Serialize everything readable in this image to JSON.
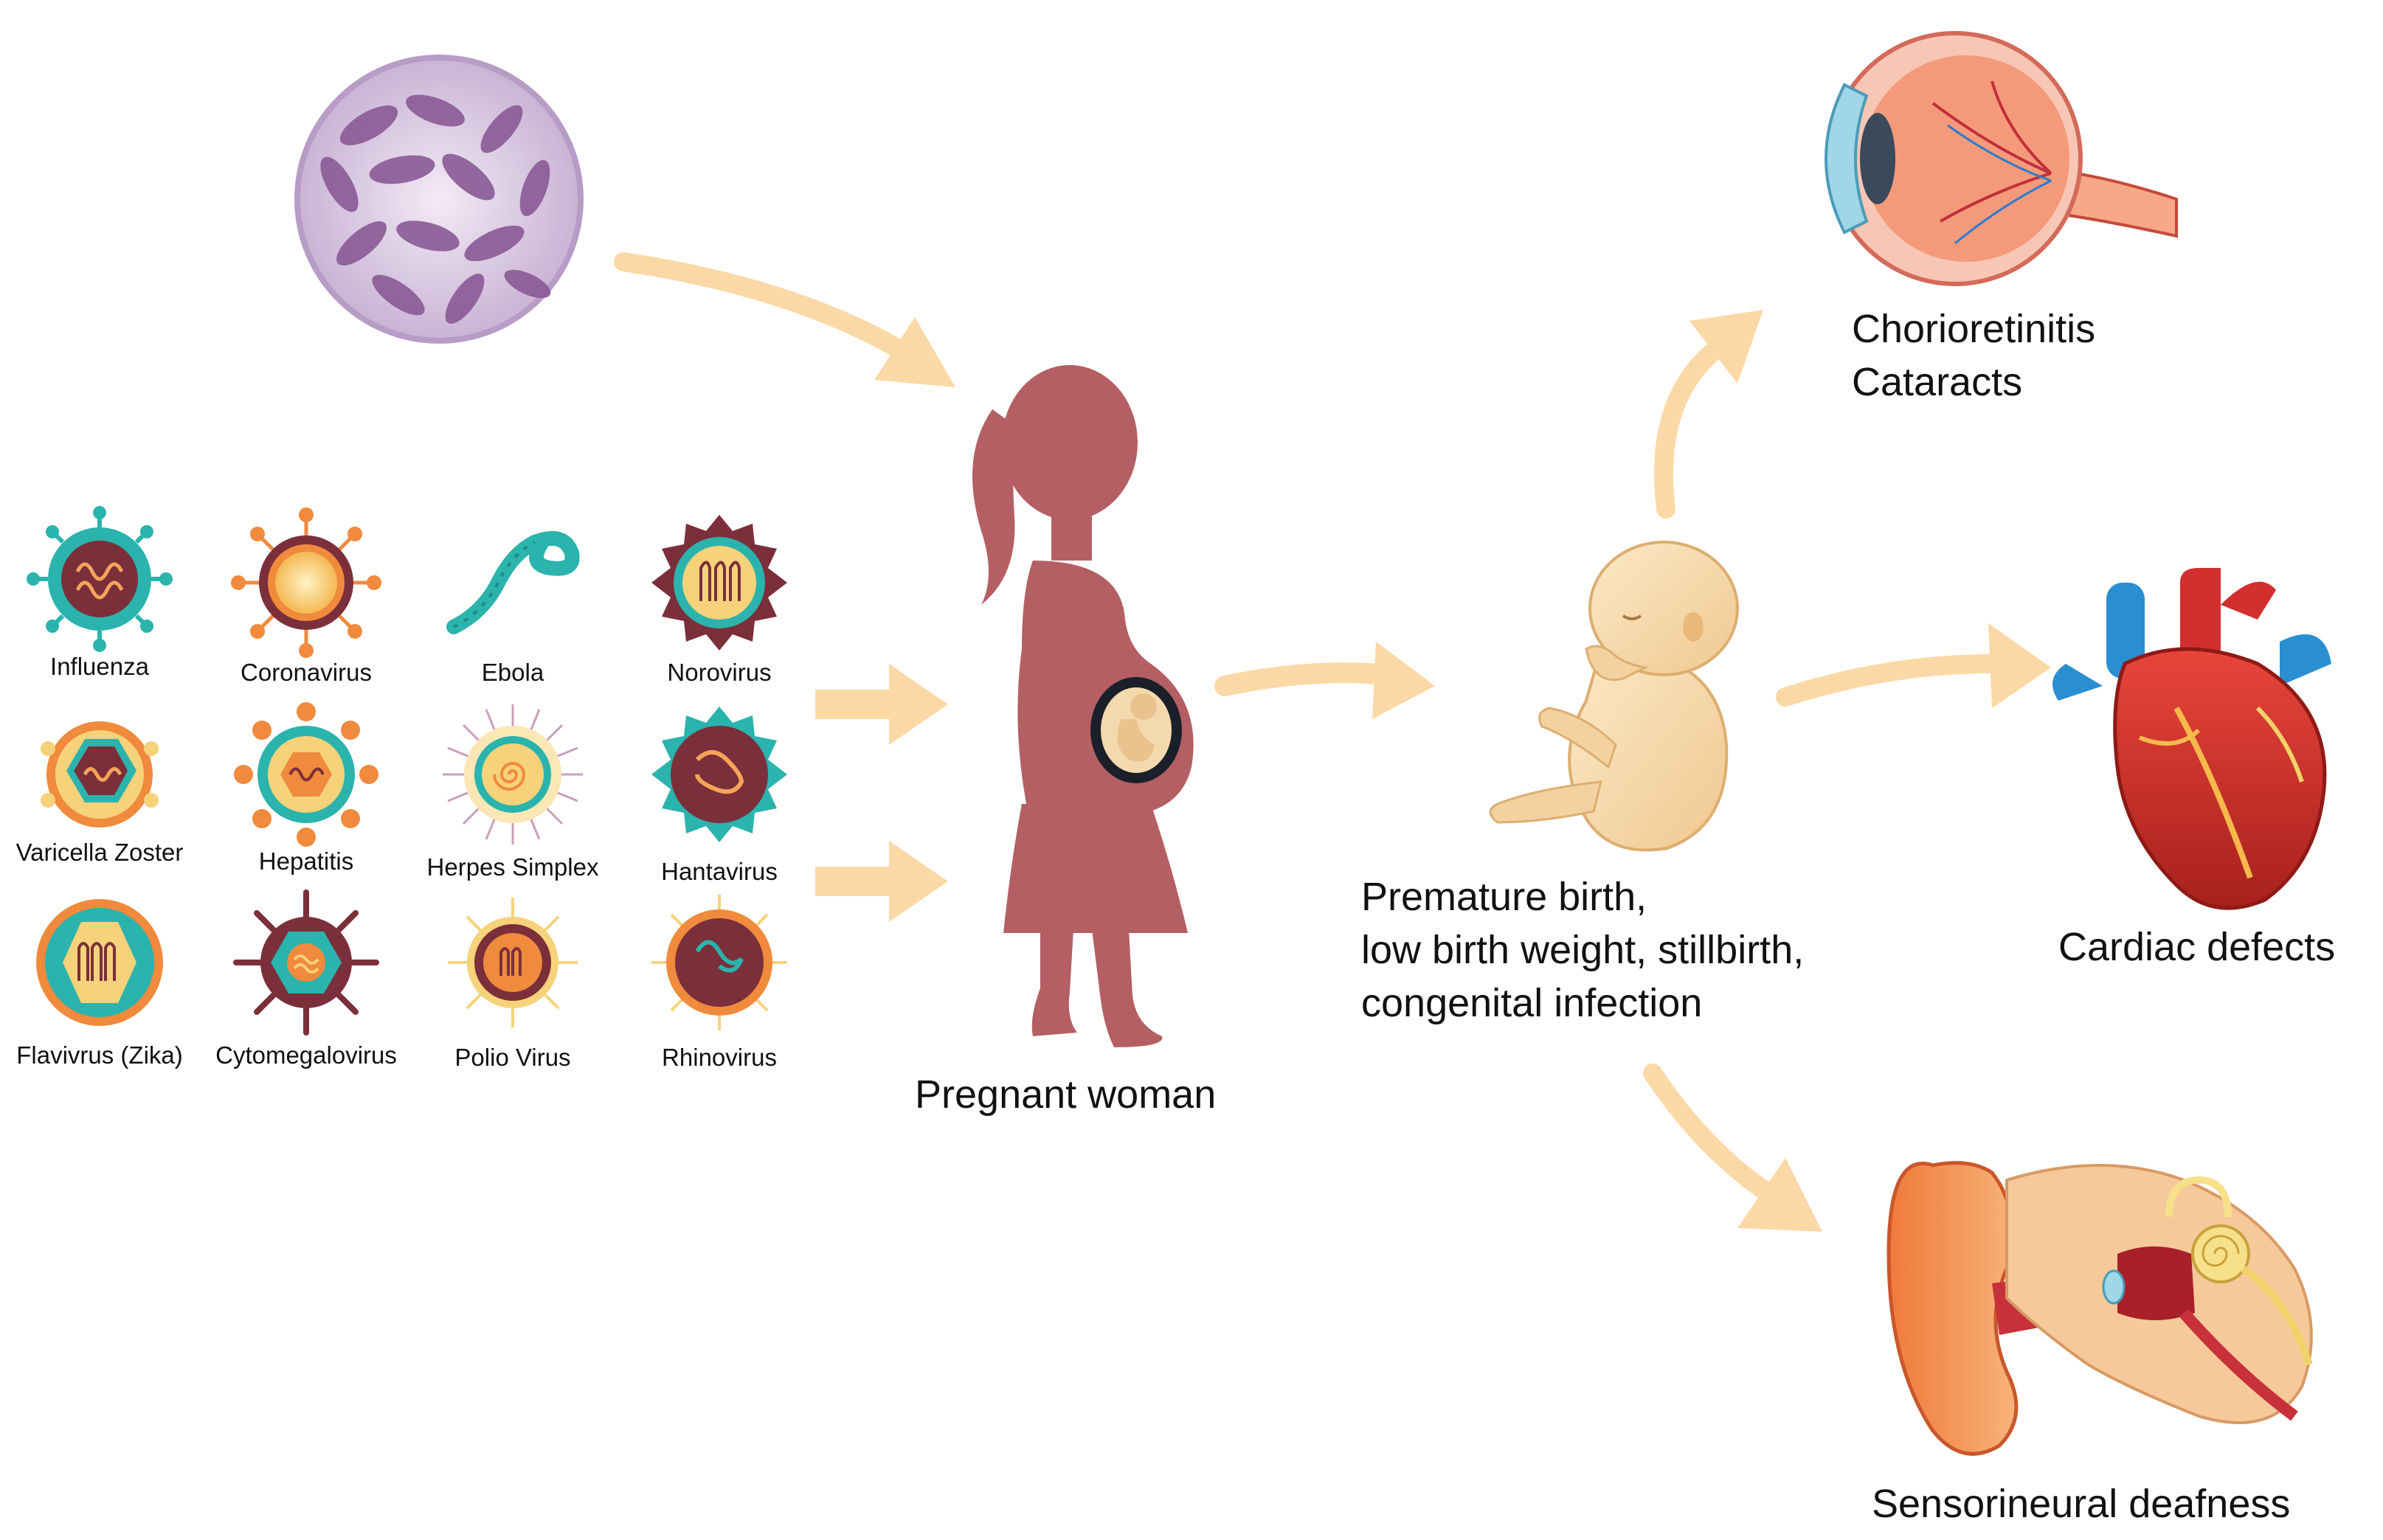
{
  "colors": {
    "arrow": "#fbd9a6",
    "silhouette": "#b45f63",
    "teal": "#2bb3ad",
    "orange": "#f08a3c",
    "maroon": "#7b2f3a",
    "yellow": "#f6d27a",
    "bacteria_bg": "#e7d8ee",
    "bacteria": "#8a5a96"
  },
  "viruses": [
    {
      "label": "Influenza",
      "icon": "influenza-virus-icon"
    },
    {
      "label": "Coronavirus",
      "icon": "coronavirus-icon"
    },
    {
      "label": "Ebola",
      "icon": "ebola-virus-icon"
    },
    {
      "label": "Norovirus",
      "icon": "norovirus-icon"
    },
    {
      "label": "Varicella Zoster",
      "icon": "varicella-zoster-virus-icon"
    },
    {
      "label": "Hepatitis",
      "icon": "hepatitis-virus-icon"
    },
    {
      "label": "Herpes Simplex",
      "icon": "herpes-simplex-virus-icon"
    },
    {
      "label": "Hantavirus",
      "icon": "hantavirus-icon"
    },
    {
      "label": "Flavivrus (Zika)",
      "icon": "flavivirus-zika-icon"
    },
    {
      "label": "Cytomegalovirus",
      "icon": "cytomegalovirus-icon"
    },
    {
      "label": "Polio Virus",
      "icon": "polio-virus-icon"
    },
    {
      "label": "Rhinovirus",
      "icon": "rhinovirus-icon"
    }
  ],
  "pregnant_woman": {
    "label": "Pregnant woman",
    "icon": "pregnant-woman-silhouette-icon"
  },
  "fetus": {
    "lines": [
      "Premature birth,",
      "low birth weight, stillbirth,",
      "congenital infection"
    ],
    "icon": "fetus-icon"
  },
  "outcomes": {
    "eye": {
      "lines": [
        "Chorioretinitis",
        "Cataracts"
      ],
      "icon": "eye-anatomy-icon"
    },
    "heart": {
      "label": "Cardiac defects",
      "icon": "heart-anatomy-icon"
    },
    "ear": {
      "label": "Sensorineural deafness",
      "icon": "ear-anatomy-icon"
    }
  }
}
